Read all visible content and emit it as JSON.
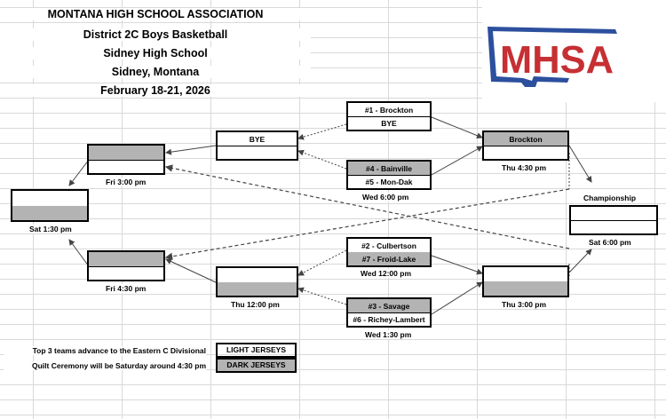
{
  "header": {
    "line1": "MONTANA HIGH SCHOOL ASSOCIATION",
    "line2": "District 2C Boys Basketball",
    "line3": "Sidney High School",
    "line4": "Sidney, Montana",
    "line5": "February 18-21, 2026"
  },
  "logo": {
    "text": "MHSA",
    "text_color": "#c62f33",
    "outline_color": "#2c4f9e"
  },
  "colors": {
    "winner_fill": "#b3b3b3",
    "grid": "#d9d9d9"
  },
  "games": {
    "g1": {
      "top": "#1 - Brockton",
      "bottom": "BYE"
    },
    "g2": {
      "top": "#4 - Bainville",
      "bottom": "#5 - Mon-Dak",
      "time": "Wed 6:00 pm"
    },
    "g3": {
      "top": "#2 - Culbertson",
      "bottom": "#7 - Froid-Lake",
      "time": "Wed 12:00 pm"
    },
    "g4": {
      "top": "#3 - Savage",
      "bottom": "#6 - Richey-Lambert",
      "time": "Wed 1:30 pm"
    },
    "loser1": {
      "top": "BYE",
      "bottom": ""
    },
    "loser2": {
      "top": "",
      "bottom": "",
      "time": "Thu 12:00 pm"
    },
    "semi1": {
      "top": "Brockton",
      "bottom": "",
      "time": "Thu 4:30 pm"
    },
    "semi2": {
      "top": "",
      "bottom": "",
      "time": "Thu 3:00 pm"
    },
    "loser3": {
      "top": "",
      "bottom": "",
      "time": "Fri 3:00 pm"
    },
    "loser4": {
      "top": "",
      "bottom": "",
      "time": "Fri 4:30 pm"
    },
    "third": {
      "top": "",
      "bottom": "",
      "time": "Sat 1:30 pm"
    },
    "championship": {
      "title": "Championship",
      "top": "",
      "bottom": "",
      "time": "Sat 6:00 pm"
    }
  },
  "notes": {
    "advance": "Top 3 teams advance to the Eastern C Divisional",
    "quilt": "Quilt Ceremony will be Saturday around 4:30 pm"
  },
  "jerseys": {
    "light": "LIGHT JERSEYS",
    "dark": "DARK JERSEYS"
  }
}
